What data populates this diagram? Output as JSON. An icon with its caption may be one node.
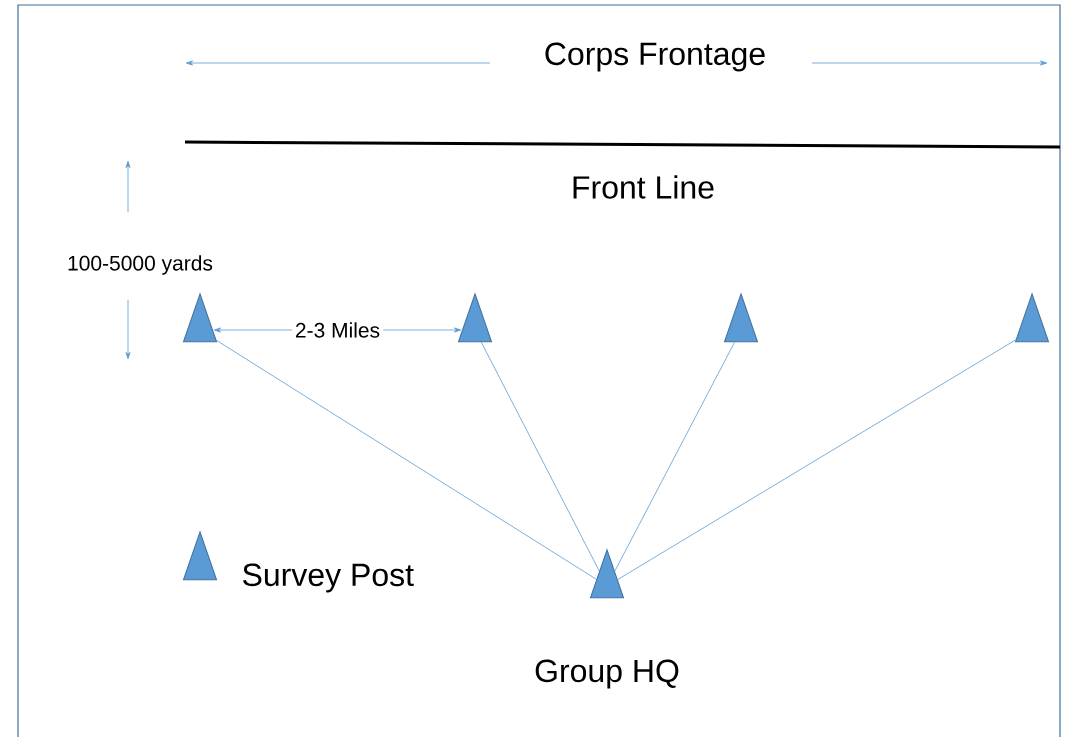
{
  "diagram": {
    "nodes": [
      {
        "text": [],
        "shape": "triangle"
      },
      {
        "text": [],
        "shape": "triangle"
      },
      {
        "text": [],
        "shape": "triangle"
      },
      {
        "text": [],
        "shape": "triangle"
      },
      {
        "text": [],
        "shape": "triangle",
        "beside": [
          "Group HQ"
        ]
      }
    ],
    "edges": [
      {
        "from": 0,
        "to": 1,
        "arrow": "both",
        "label": "2-3 Miles"
      },
      {
        "from": 4,
        "to": 0,
        "arrow": "none"
      },
      {
        "from": 4,
        "to": 1,
        "arrow": "none"
      },
      {
        "from": 4,
        "to": 2,
        "arrow": "none"
      },
      {
        "from": 4,
        "to": 3,
        "arrow": "none"
      }
    ],
    "labels": [
      "Corps Frontage",
      "Front Line",
      "100-5000 yards"
    ],
    "legend": [
      {
        "text": "Survey Post"
      }
    ]
  }
}
